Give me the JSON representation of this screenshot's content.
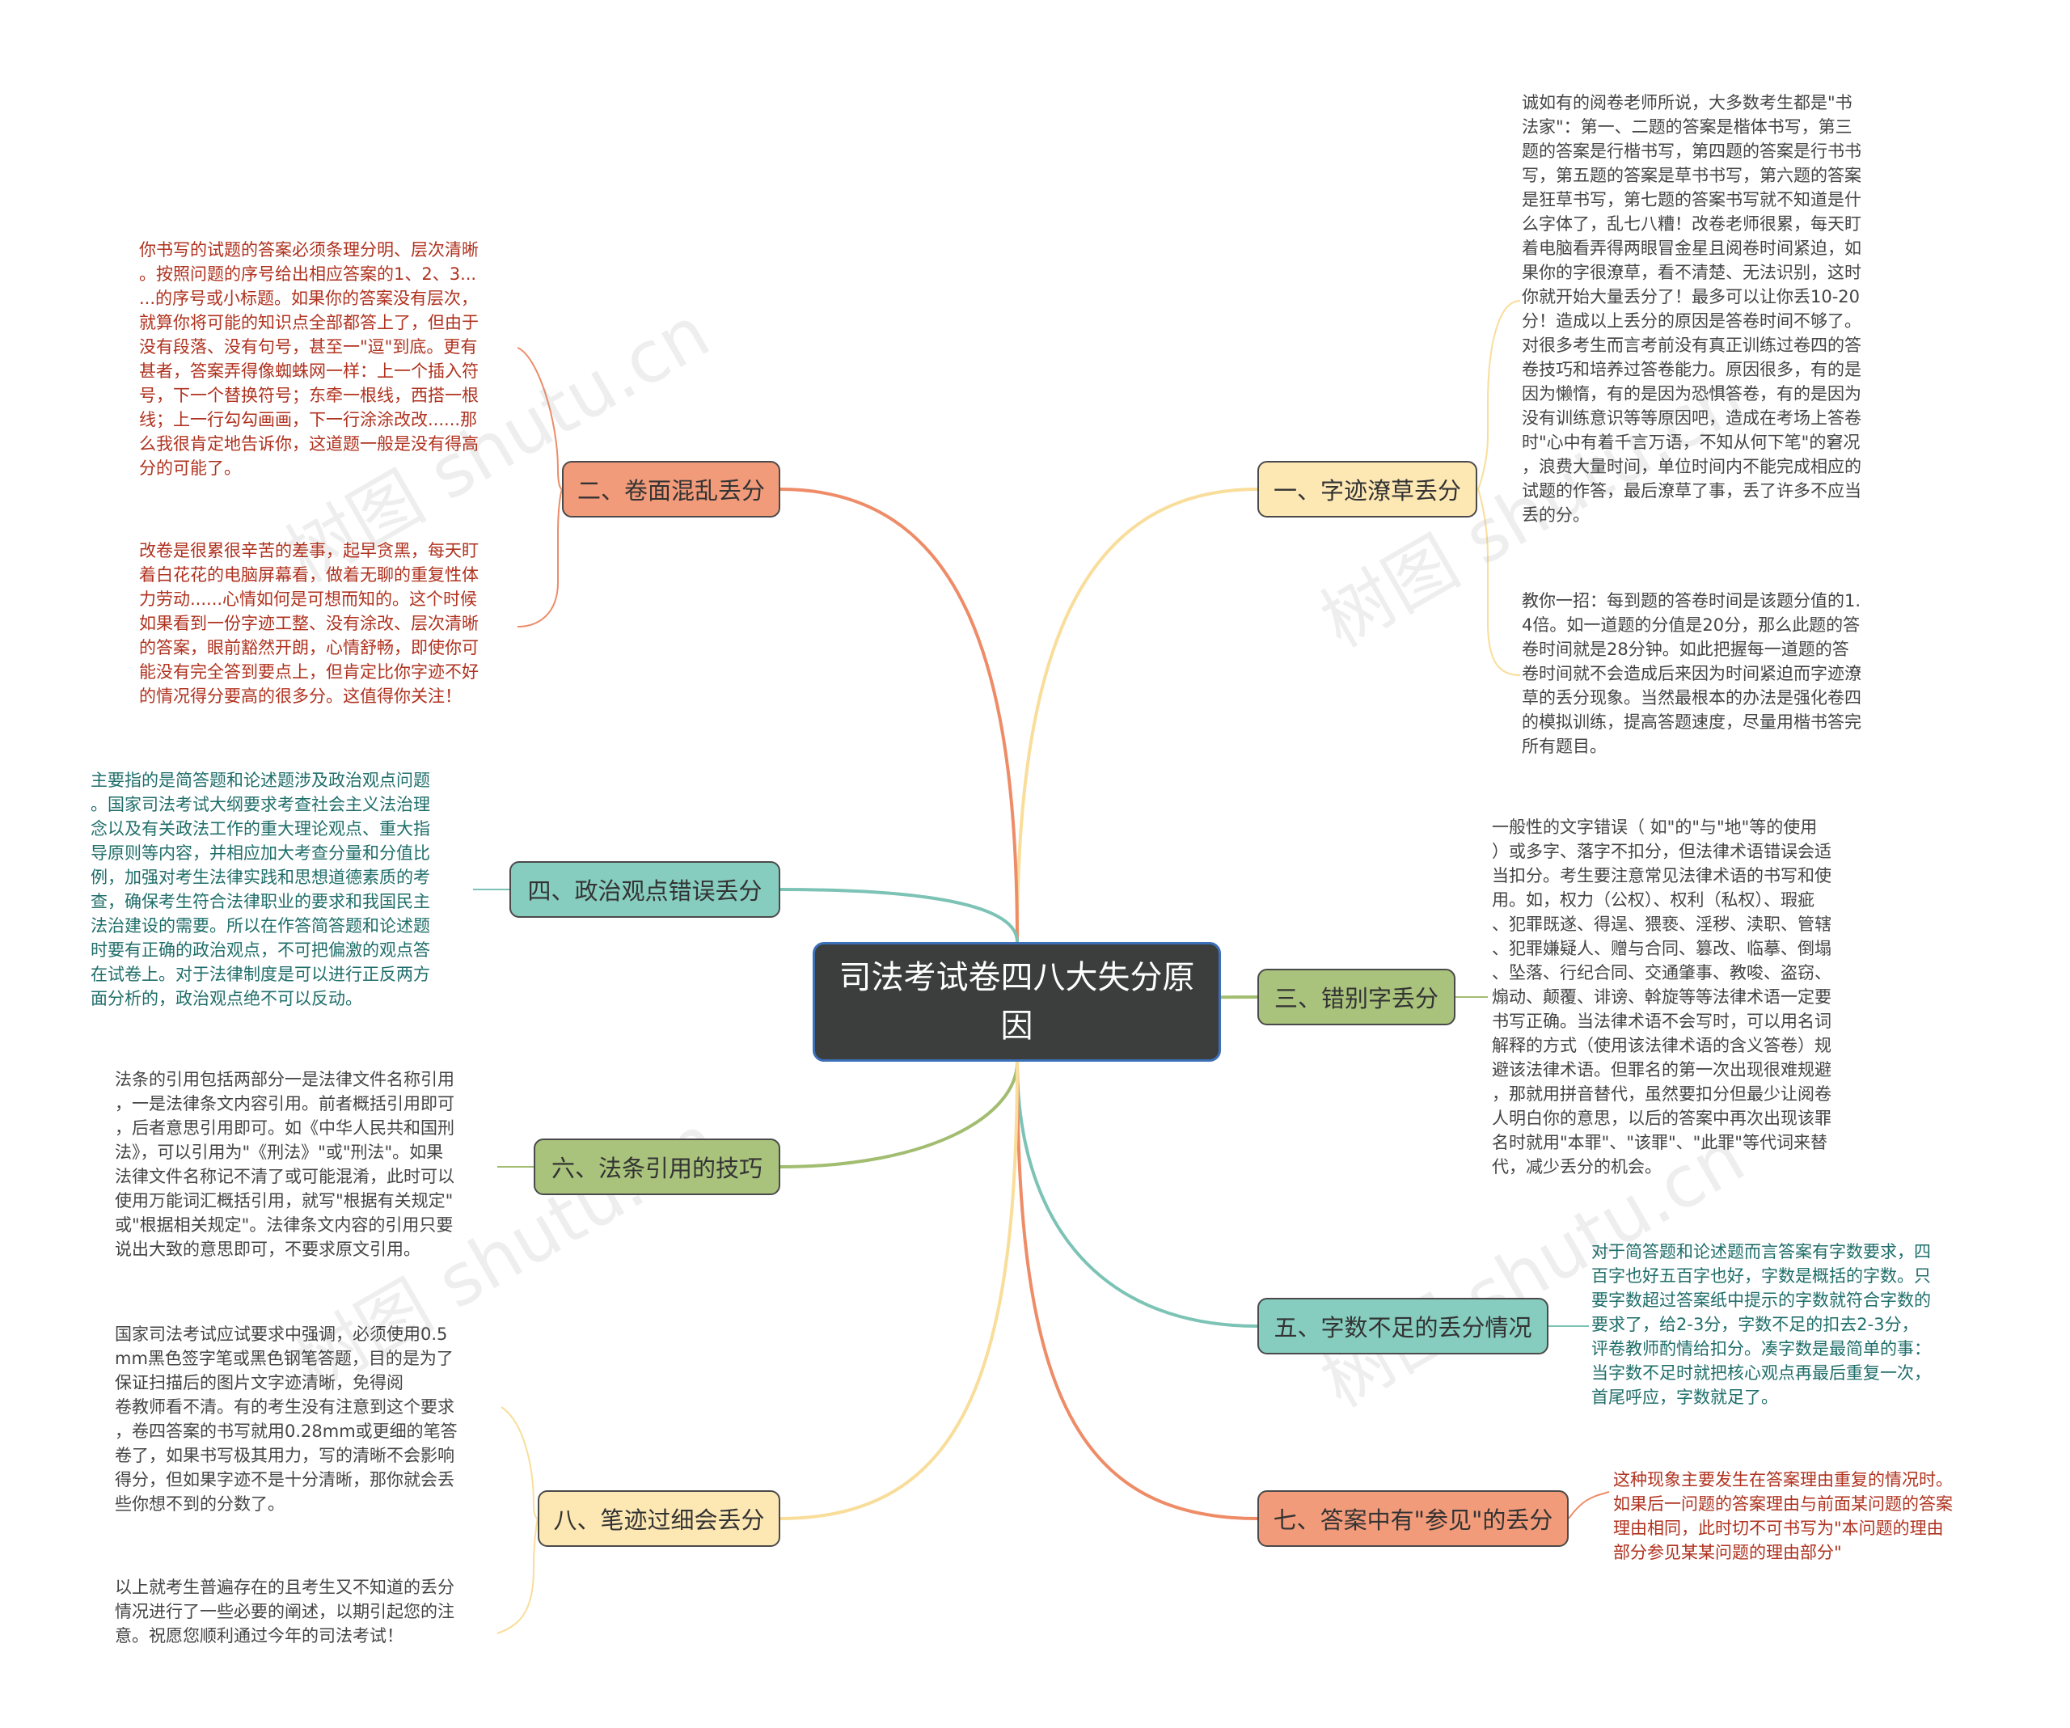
{
  "center": {
    "title": "司法考试卷四八大失分原因"
  },
  "colors": {
    "orange": "#f29b7a",
    "orange_line": "#ee8c68",
    "yellow": "#fde8b4",
    "yellow_line": "#f9dd9a",
    "green": "#a9c27c",
    "green_line": "#a2bd70",
    "teal": "#86cdbf",
    "teal_line": "#7cc3b6",
    "center_bg": "#3c3d3d"
  },
  "branches": {
    "b1": {
      "label": "一、字迹潦草丢分"
    },
    "b2": {
      "label": "二、卷面混乱丢分"
    },
    "b3": {
      "label": "三、错别字丢分"
    },
    "b4": {
      "label": "四、政治观点错误丢分"
    },
    "b5": {
      "label": "五、字数不足的丢分情况"
    },
    "b6": {
      "label": "六、法条引用的技巧"
    },
    "b7": {
      "label": "七、答案中有\"参见\"的丢分"
    },
    "b8": {
      "label": "八、笔迹过细会丢分"
    }
  },
  "notes": {
    "n1a": "诚如有的阅卷老师所说，大多数考生都是\"书\n法家\"：第一、二题的答案是楷体书写，第三\n题的答案是行楷书写，第四题的答案是行书书\n写，第五题的答案是草书书写，第六题的答案\n是狂草书写，第七题的答案书写就不知道是什\n么字体了，乱七八糟！改卷老师很累，每天盯\n着电脑看弄得两眼冒金星且阅卷时间紧迫，如\n果你的字很潦草，看不清楚、无法识别，这时\n你就开始大量丢分了！最多可以让你丢10-20\n分！造成以上丢分的原因是答卷时间不够了。\n对很多考生而言考前没有真正训练过卷四的答\n卷技巧和培养过答卷能力。原因很多，有的是\n因为懒惰，有的是因为恐惧答卷，有的是因为\n没有训练意识等等原因吧，造成在考场上答卷\n时\"心中有着千言万语，不知从何下笔\"的窘况\n，浪费大量时间，单位时间内不能完成相应的\n试题的作答，最后潦草了事，丢了许多不应当\n丢的分。",
    "n1b": "教你一招：每到题的答卷时间是该题分值的1.\n4倍。如一道题的分值是20分，那么此题的答\n卷时间就是28分钟。如此把握每一道题的答\n卷时间就不会造成后来因为时间紧迫而字迹潦\n草的丢分现象。当然最根本的办法是强化卷四\n的模拟训练，提高答题速度，尽量用楷书答完\n所有题目。",
    "n2a": "你书写的试题的答案必须条理分明、层次清晰\n。按照问题的序号给出相应答案的1、2、3...\n...的序号或小标题。如果你的答案没有层次，\n就算你将可能的知识点全部都答上了，但由于\n没有段落、没有句号，甚至一\"逗\"到底。更有\n甚者，答案弄得像蜘蛛网一样：上一个插入符\n号，下一个替换符号；东牵一根线，西搭一根\n线；上一行勾勾画画，下一行涂涂改改......那\n么我很肯定地告诉你，这道题一般是没有得高\n分的可能了。",
    "n2b": "改卷是很累很辛苦的差事，起早贪黑，每天盯\n着白花花的电脑屏幕看，做着无聊的重复性体\n力劳动......心情如何是可想而知的。这个时候\n如果看到一份字迹工整、没有涂改、层次清晰\n的答案，眼前豁然开朗，心情舒畅，即使你可\n能没有完全答到要点上，但肯定比你字迹不好\n的情况得分要高的很多分。这值得你关注！",
    "n3": "一般性的文字错误（ 如\"的\"与\"地\"等的使用\n）或多字、落字不扣分，但法律术语错误会适\n当扣分。考生要注意常见法律术语的书写和使\n用。如，权力（公权）、权利（私权）、瑕疵\n、犯罪既遂、得逞、猥亵、淫秽、渎职、管辖\n、犯罪嫌疑人、赠与合同、篡改、临摹、倒塌\n、坠落、行纪合同、交通肇事、教唆、盗窃、\n煽动、颠覆、诽谤、斡旋等等法律术语一定要\n书写正确。当法律术语不会写时，可以用名词\n解释的方式（使用该法律术语的含义答卷）规\n避该法律术语。但罪名的第一次出现很难规避\n，那就用拼音替代，虽然要扣分但最少让阅卷\n人明白你的意思，以后的答案中再次出现该罪\n名时就用\"本罪\"、\"该罪\"、\"此罪\"等代词来替\n代，减少丢分的机会。",
    "n4": "主要指的是简答题和论述题涉及政治观点问题\n。国家司法考试大纲要求考查社会主义法治理\n念以及有关政法工作的重大理论观点、重大指\n导原则等内容，并相应加大考查分量和分值比\n例，加强对考生法律实践和思想道德素质的考\n查，确保考生符合法律职业的要求和我国民主\n法治建设的需要。所以在作答简答题和论述题\n时要有正确的政治观点，不可把偏激的观点答\n在试卷上。对于法律制度是可以进行正反两方\n面分析的，政治观点绝不可以反动。",
    "n5": "对于简答题和论述题而言答案有字数要求，四\n百字也好五百字也好，字数是概括的字数。只\n要字数超过答案纸中提示的字数就符合字数的\n要求了，给2-3分，字数不足的扣去2-3分，\n评卷教师酌情给扣分。凑字数是最简单的事：\n当字数不足时就把核心观点再最后重复一次，\n首尾呼应，字数就足了。",
    "n6": "法条的引用包括两部分一是法律文件名称引用\n，一是法律条文内容引用。前者概括引用即可\n，后者意思引用即可。如《中华人民共和国刑\n法》，可以引用为\"《刑法》\"或\"刑法\"。如果\n法律文件名称记不清了或可能混淆，此时可以\n使用万能词汇概括引用，就写\"根据有关规定\"\n或\"根据相关规定\"。法律条文内容的引用只要\n说出大致的意思即可，不要求原文引用。",
    "n7": "这种现象主要发生在答案理由重复的情况时。\n如果后一问题的答案理由与前面某问题的答案\n理由相同，此时切不可书写为\"本问题的理由\n部分参见某某问题的理由部分\"",
    "n8a": "国家司法考试应试要求中强调，必须使用0.5\nmm黑色签字笔或黑色钢笔答题，目的是为了\n保证扫描后的图片文字迹清晰，免得阅\n卷教师看不清。有的考生没有注意到这个要求\n，卷四答案的书写就用0.28mm或更细的笔答\n卷了，如果书写极其用力，写的清晰不会影响\n得分，但如果字迹不是十分清晰，那你就会丢\n些你想不到的分数了。",
    "n8b": "以上就考生普遍存在的且考生又不知道的丢分\n情况进行了一些必要的阐述，以期引起您的注\n意。祝愿您顺利通过今年的司法考试！"
  },
  "watermark": {
    "text": "树图 shutu.cn"
  }
}
